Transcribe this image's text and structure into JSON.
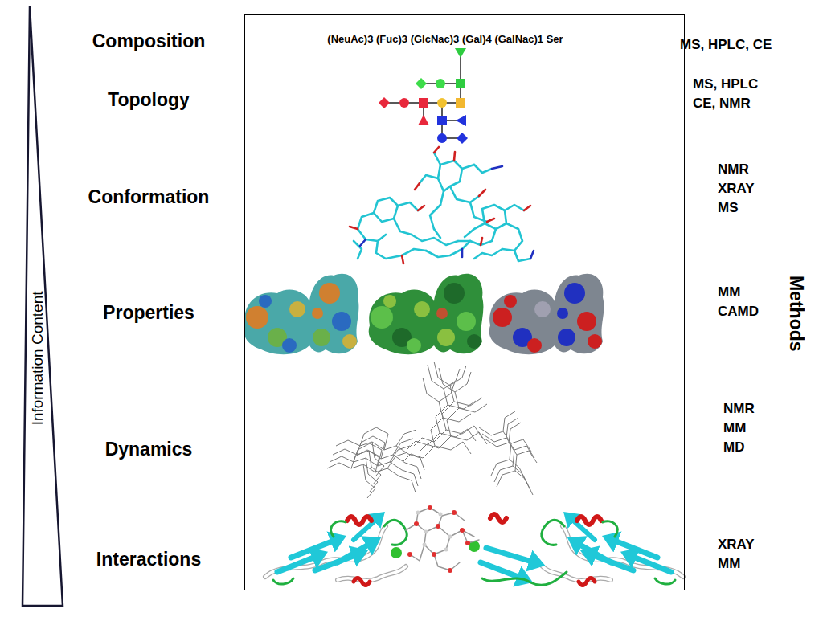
{
  "diagram": {
    "nodes": [
      {
        "text": [
          "Information Content"
        ]
      },
      {
        "text": [
          "(NeuAc)3 (Fuc)3 (GlcNac)3 (Gal)4 (GalNac)1 Ser"
        ]
      }
    ],
    "edges": [],
    "labels": [
      "Composition",
      "Topology",
      "Conformation",
      "Properties",
      "Dynamics",
      "Interactions",
      "MS, HPLC, CE",
      "MS, HPLC CE, NMR",
      "NMR XRAY MS",
      "MM CAMD",
      "NMR MM MD",
      "XRAY MM",
      "Methods"
    ]
  }
}
